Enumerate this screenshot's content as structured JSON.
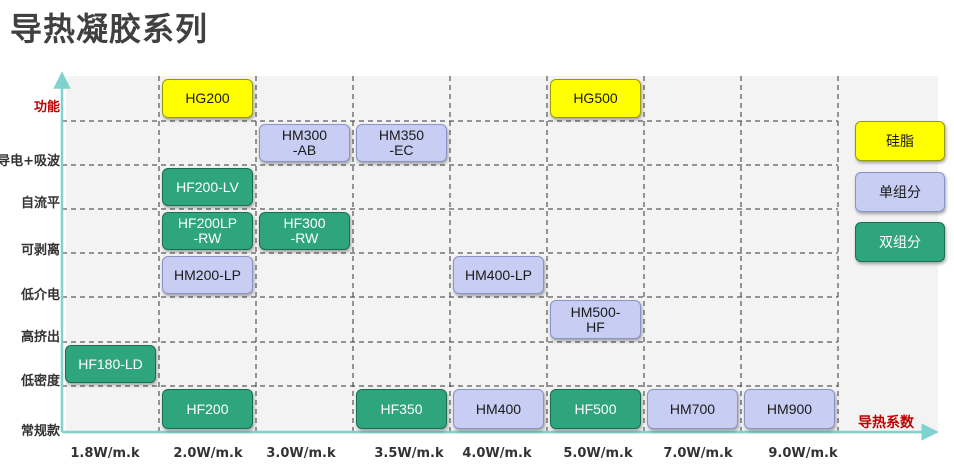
{
  "title": "导热凝胶系列",
  "x_axis": {
    "title": "导热系数",
    "ticks": [
      "1.8W/m.k",
      "2.0W/m.k",
      "3.0W/m.k",
      "3.5W/m.k",
      "4.0W/m.k",
      "5.0W/m.k",
      "7.0W/m.k",
      "9.0W/m.k"
    ]
  },
  "y_axis": {
    "ticks": [
      "功能",
      "导电+吸波",
      "自流平",
      "可剥离",
      "低介电",
      "高挤出",
      "低密度",
      "常规款"
    ]
  },
  "legend": [
    {
      "label": "硅脂",
      "type": "yellow"
    },
    {
      "label": "单组分",
      "type": "lav"
    },
    {
      "label": "双组分",
      "type": "green"
    }
  ],
  "products": [
    {
      "label": "HG200",
      "col": 1,
      "row": 0,
      "type": "yellow"
    },
    {
      "label": "HG500",
      "col": 5,
      "row": 0,
      "type": "yellow"
    },
    {
      "label": "HM300\n-AB",
      "col": 2,
      "row": 1,
      "type": "lav"
    },
    {
      "label": "HM350\n-EC",
      "col": 3,
      "row": 1,
      "type": "lav"
    },
    {
      "label": "HF200-LV",
      "col": 1,
      "row": 2,
      "type": "green"
    },
    {
      "label": "HF200LP\n-RW",
      "col": 1,
      "row": 3,
      "type": "green"
    },
    {
      "label": "HF300\n-RW",
      "col": 2,
      "row": 3,
      "type": "green"
    },
    {
      "label": "HM200-LP",
      "col": 1,
      "row": 4,
      "type": "lav"
    },
    {
      "label": "HM400-LP",
      "col": 4,
      "row": 4,
      "type": "lav"
    },
    {
      "label": "HM500-\nHF",
      "col": 5,
      "row": 5,
      "type": "lav"
    },
    {
      "label": "HF180-LD",
      "col": 0,
      "row": 6,
      "type": "green"
    },
    {
      "label": "HF200",
      "col": 1,
      "row": 7,
      "type": "green"
    },
    {
      "label": "HF350",
      "col": 3,
      "row": 7,
      "type": "green"
    },
    {
      "label": "HM400",
      "col": 4,
      "row": 7,
      "type": "lav"
    },
    {
      "label": "HF500",
      "col": 5,
      "row": 7,
      "type": "green"
    },
    {
      "label": "HM700",
      "col": 6,
      "row": 7,
      "type": "lav"
    },
    {
      "label": "HM900",
      "col": 7,
      "row": 7,
      "type": "lav"
    }
  ]
}
